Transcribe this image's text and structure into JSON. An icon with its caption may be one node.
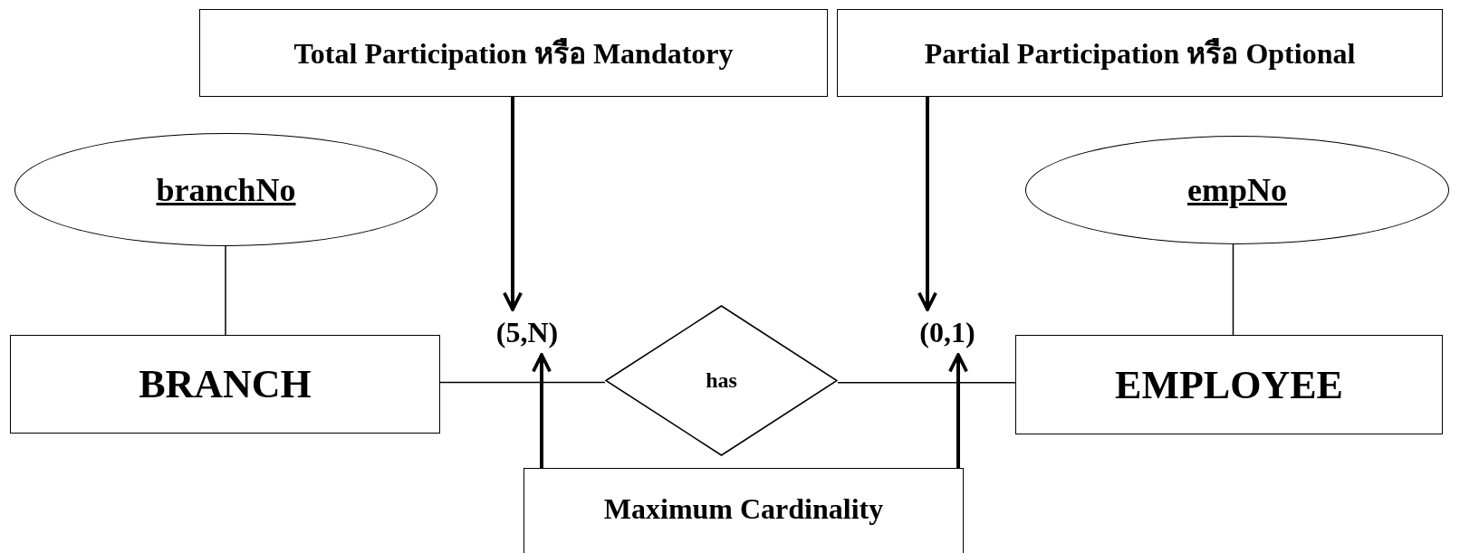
{
  "diagram": {
    "nodes": [
      {
        "text": [
          "Total Participation หรือ Mandatory"
        ]
      },
      {
        "text": [
          "Partial Participation หรือ Optional"
        ]
      },
      {
        "text": [
          "branchNo"
        ]
      },
      {
        "text": [
          "empNo"
        ]
      },
      {
        "text": [
          "(5,N)"
        ]
      },
      {
        "text": [
          "(0,1)"
        ]
      },
      {
        "text": [
          "BRANCH"
        ]
      },
      {
        "text": [
          "has"
        ]
      },
      {
        "text": [
          "EMPLOYEE"
        ]
      },
      {
        "text": [
          "Maximum Cardinality"
        ]
      }
    ],
    "edges": [
      {
        "from": 0,
        "to": 4,
        "arrow": "to",
        "style": "thick"
      },
      {
        "from": 1,
        "to": 5,
        "arrow": "to",
        "style": "thick"
      },
      {
        "from": 2,
        "to": 6,
        "arrow": "none"
      },
      {
        "from": 3,
        "to": 8,
        "arrow": "none"
      },
      {
        "from": 6,
        "to": 7,
        "arrow": "none"
      },
      {
        "from": 7,
        "to": 8,
        "arrow": "none"
      },
      {
        "from": 9,
        "to": 4,
        "arrow": "to",
        "style": "thick"
      },
      {
        "from": 9,
        "to": 5,
        "arrow": "to",
        "style": "thick"
      }
    ]
  }
}
